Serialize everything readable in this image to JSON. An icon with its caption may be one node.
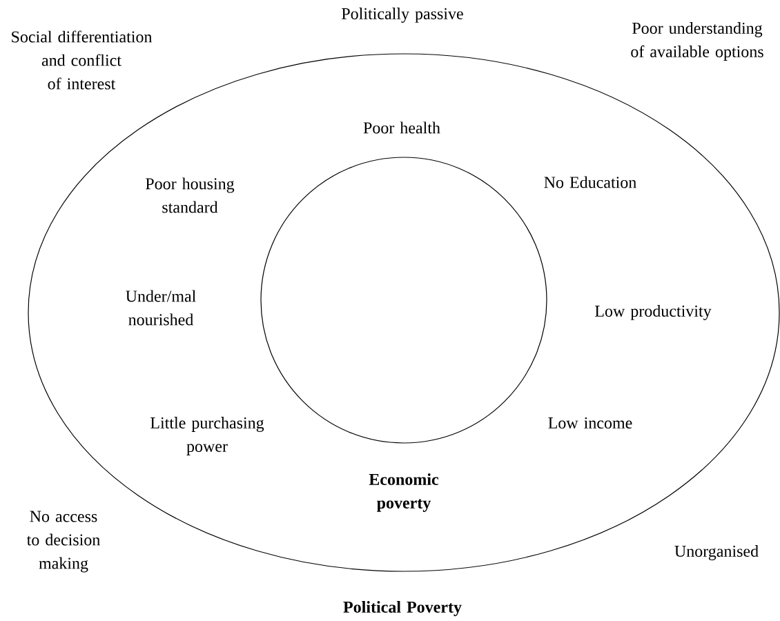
{
  "diagram": {
    "nodes": [
      {
        "text": [
          "Economic poverty"
        ]
      },
      {
        "text": [],
        "shape": "circle",
        "in": 0
      }
    ],
    "edges": [],
    "labels": [
      "Politically passive",
      "Social differentiation and conflict of interest",
      "Poor understanding of available options",
      "Poor health",
      "Poor housing standard",
      "No Education",
      "Under/mal nourished",
      "Low productivity",
      "Little purchasing power",
      "Low income",
      "No access to decision making",
      "Unorganised",
      "Political Poverty"
    ]
  }
}
